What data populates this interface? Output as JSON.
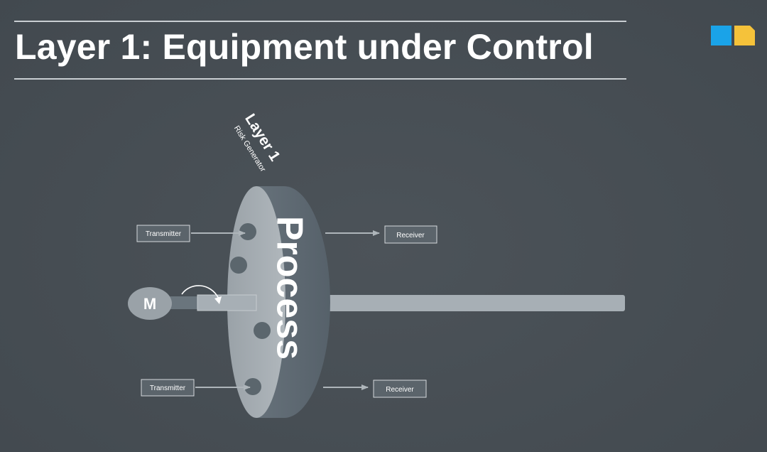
{
  "slide": {
    "title": "Layer 1: Equipment under Control"
  },
  "logo": {
    "color_left": "#1aa3e8",
    "color_right": "#f5c23a"
  },
  "diagram": {
    "layer_title": "Layer 1",
    "layer_subtitle": "Risk Generator",
    "process_label": "Process",
    "motor_label": "M",
    "transmitter_top": "Transmitter",
    "transmitter_bottom": "Transmitter",
    "receiver_top": "Receiver",
    "receiver_bottom": "Receiver",
    "colors": {
      "disc_face": "#a5adb3",
      "disc_side": "#5e6a72",
      "shaft": "#a7afb5",
      "box_fill": "#5b646b",
      "box_stroke": "#d5d9dc",
      "arrow": "#aeb5ba",
      "hole": "#5b666d"
    }
  }
}
